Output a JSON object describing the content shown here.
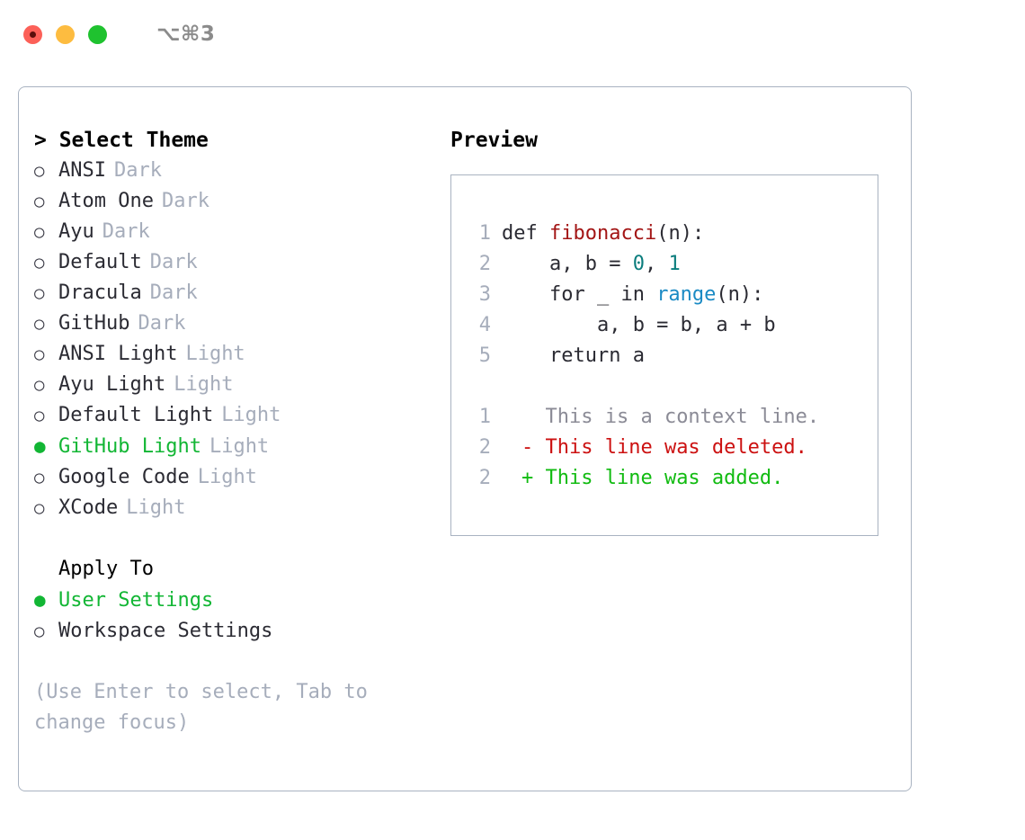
{
  "titlebar": {
    "shortcut": "⌥⌘3",
    "lights": [
      {
        "name": "close",
        "color": "#fc6058"
      },
      {
        "name": "minimize",
        "color": "#fdbc40"
      },
      {
        "name": "maximize",
        "color": "#1fc22f"
      }
    ]
  },
  "theme_section": {
    "header": "> Select Theme",
    "selected": "GitHub Light",
    "options": [
      {
        "bullet": "○",
        "name": "ANSI",
        "tag": "Dark",
        "selected": false
      },
      {
        "bullet": "○",
        "name": "Atom One",
        "tag": "Dark",
        "selected": false
      },
      {
        "bullet": "○",
        "name": "Ayu",
        "tag": "Dark",
        "selected": false
      },
      {
        "bullet": "○",
        "name": "Default",
        "tag": "Dark",
        "selected": false
      },
      {
        "bullet": "○",
        "name": "Dracula",
        "tag": "Dark",
        "selected": false
      },
      {
        "bullet": "○",
        "name": "GitHub",
        "tag": "Dark",
        "selected": false
      },
      {
        "bullet": "○",
        "name": "ANSI Light",
        "tag": "Light",
        "selected": false
      },
      {
        "bullet": "○",
        "name": "Ayu Light",
        "tag": "Light",
        "selected": false
      },
      {
        "bullet": "○",
        "name": "Default Light",
        "tag": "Light",
        "selected": false
      },
      {
        "bullet": "●",
        "name": "GitHub Light",
        "tag": "Light",
        "selected": true
      },
      {
        "bullet": "○",
        "name": "Google Code",
        "tag": "Light",
        "selected": false
      },
      {
        "bullet": "○",
        "name": "XCode",
        "tag": "Light",
        "selected": false
      }
    ]
  },
  "apply_to": {
    "header": "Apply To",
    "selected": "User Settings",
    "options": [
      {
        "bullet": "●",
        "name": "User Settings",
        "selected": true
      },
      {
        "bullet": "○",
        "name": "Workspace Settings",
        "selected": false
      }
    ]
  },
  "hint": "(Use Enter to select, Tab to change focus)",
  "preview": {
    "title": "Preview",
    "code_lines": [
      {
        "no": "1",
        "segments": [
          {
            "text": "def ",
            "kind": "plain"
          },
          {
            "text": "fibonacci",
            "kind": "fn"
          },
          {
            "text": "(n):",
            "kind": "plain"
          }
        ]
      },
      {
        "no": "2",
        "segments": [
          {
            "text": "    a, b = ",
            "kind": "plain"
          },
          {
            "text": "0",
            "kind": "num"
          },
          {
            "text": ", ",
            "kind": "plain"
          },
          {
            "text": "1",
            "kind": "num"
          }
        ]
      },
      {
        "no": "3",
        "segments": [
          {
            "text": "    for _ in ",
            "kind": "plain"
          },
          {
            "text": "range",
            "kind": "call"
          },
          {
            "text": "(n):",
            "kind": "plain"
          }
        ]
      },
      {
        "no": "4",
        "segments": [
          {
            "text": "        a, b = b, a + b",
            "kind": "plain"
          }
        ]
      },
      {
        "no": "5",
        "segments": [
          {
            "text": "    return a",
            "kind": "plain"
          }
        ]
      }
    ],
    "diff_lines": [
      {
        "no": "1",
        "marker": " ",
        "text": " This is a context line.",
        "kind": "ctx"
      },
      {
        "no": "2",
        "marker": "-",
        "text": " This line was deleted.",
        "kind": "del"
      },
      {
        "no": "2",
        "marker": "+",
        "text": " This line was added.",
        "kind": "add"
      }
    ]
  },
  "colors": {
    "accent_green": "#12b634",
    "muted": "#a6adbb",
    "border": "#a9b3c1",
    "fn": "#a31515",
    "num": "#0b7d7d",
    "call": "#1a8ac4",
    "diff_add": "#11bb11",
    "diff_del": "#cc1111"
  }
}
